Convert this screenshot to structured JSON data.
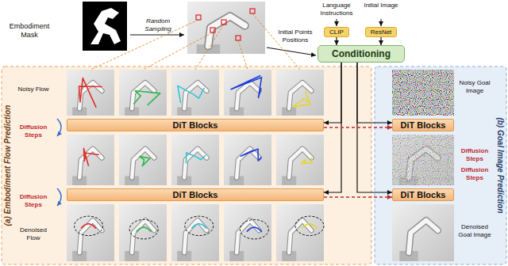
{
  "diagram": {
    "nodes": [
      {
        "text": [
          "CLIP"
        ]
      },
      {
        "text": [
          "ResNet"
        ]
      },
      {
        "text": [
          "Conditioning"
        ]
      },
      {
        "text": [
          "(a) Embodiment Flow Prediction"
        ]
      },
      {
        "text": [
          "DiT Blocks"
        ],
        "in": 3
      },
      {
        "text": [
          "DiT Blocks"
        ],
        "in": 3
      },
      {
        "text": [
          "(b) Goal Image Prediction"
        ]
      },
      {
        "text": [
          "DiT Blocks"
        ],
        "in": 6
      },
      {
        "text": [
          "DiT Blocks"
        ],
        "in": 6
      }
    ],
    "edges": [
      {
        "from": 0,
        "to": 2,
        "arrow": "to"
      },
      {
        "from": 1,
        "to": 2,
        "arrow": "to"
      },
      {
        "from": 2,
        "to": 4,
        "arrow": "to"
      },
      {
        "from": 2,
        "to": 5,
        "arrow": "to"
      },
      {
        "from": 2,
        "to": 7,
        "arrow": "to"
      },
      {
        "from": 2,
        "to": 8,
        "arrow": "to"
      },
      {
        "from": 4,
        "to": 7,
        "arrow": "to"
      },
      {
        "from": 5,
        "to": 8,
        "arrow": "to"
      }
    ],
    "labels": [
      "Embodiment Mask",
      "Random Sampling",
      "Language Instructions",
      "Initial Image",
      "Initial Points Positions",
      "Noisy Flow",
      "Diffusion Steps",
      "Diffusion Steps",
      "Denoised Flow",
      "Noisy Goal Image",
      "Diffusion Steps",
      "Diffusion Steps",
      "Denoised Goal Image"
    ]
  }
}
